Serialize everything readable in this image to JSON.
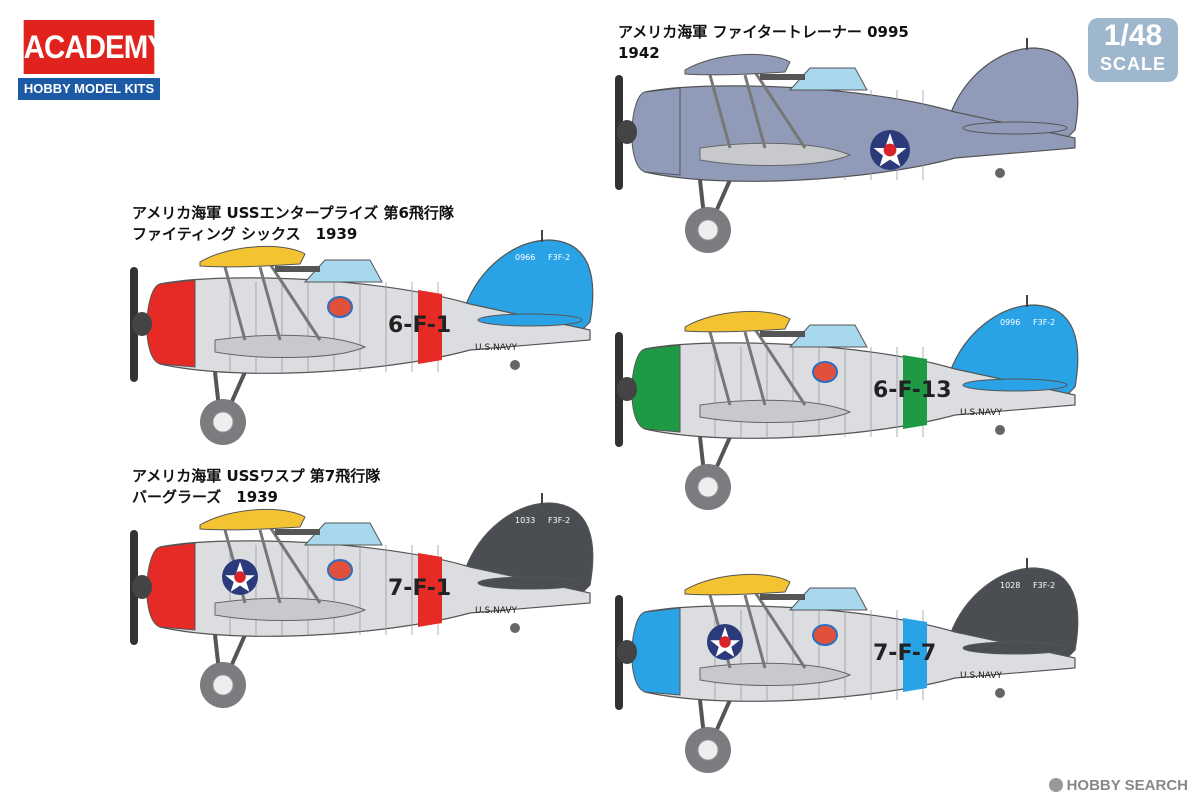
{
  "brand": {
    "name": "ACADEMY",
    "tagline": "HOBBY MODEL KITS"
  },
  "scale_badge": {
    "ratio": "1/48",
    "word": "SCALE"
  },
  "liveries": [
    {
      "caption_line1": "アメリカ海軍 ファイタートレーナー 0995",
      "caption_line2": "1942",
      "fuselage_color": "#8f9bb8",
      "nose_color": "#8f9bb8",
      "tail_color": "#8f9bb8",
      "band_color": "",
      "code": "",
      "tail_serial": "",
      "tail_type": "",
      "navy_text": "",
      "roundel": true,
      "squadron_emblem": false
    },
    {
      "caption_line1": "アメリカ海軍 USSエンタープライズ 第6飛行隊",
      "caption_line2": "ファイティング シックス　1939",
      "fuselage_color": "#dcdde0",
      "nose_color": "#e62b26",
      "tail_color": "#2aa3e6",
      "band_color": "#e62b26",
      "code": "6-F-1",
      "tail_serial": "0966",
      "tail_type": "F3F-2",
      "navy_text": "U.S.NAVY",
      "roundel": false,
      "squadron_emblem": true
    },
    {
      "caption_line1": "",
      "caption_line2": "",
      "fuselage_color": "#dcdde0",
      "nose_color": "#1e9a45",
      "tail_color": "#2aa3e6",
      "band_color": "#1e9a45",
      "code": "6-F-13",
      "tail_serial": "0996",
      "tail_type": "F3F-2",
      "navy_text": "U.S.NAVY",
      "roundel": false,
      "squadron_emblem": true
    },
    {
      "caption_line1": "アメリカ海軍 USSワスプ 第7飛行隊",
      "caption_line2": "バーグラーズ　1939",
      "fuselage_color": "#dcdde0",
      "nose_color": "#e62b26",
      "tail_color": "#4a4d52",
      "band_color": "#e62b26",
      "code": "7-F-1",
      "tail_serial": "1033",
      "tail_type": "F3F-2",
      "navy_text": "U.S.NAVY",
      "roundel": true,
      "squadron_emblem": true
    },
    {
      "caption_line1": "",
      "caption_line2": "",
      "fuselage_color": "#dcdde0",
      "nose_color": "#2aa3e6",
      "tail_color": "#4a4d52",
      "band_color": "#2aa3e6",
      "code": "7-F-7",
      "tail_serial": "1028",
      "tail_type": "F3F-2",
      "navy_text": "U.S.NAVY",
      "roundel": true,
      "squadron_emblem": true
    }
  ],
  "watermark": "HOBBY SEARCH",
  "colors": {
    "upper_wing": "#f3c332",
    "roundel_blue": "#2b3a7a",
    "roundel_red": "#d8232a",
    "wheel": "#7a7c80"
  }
}
